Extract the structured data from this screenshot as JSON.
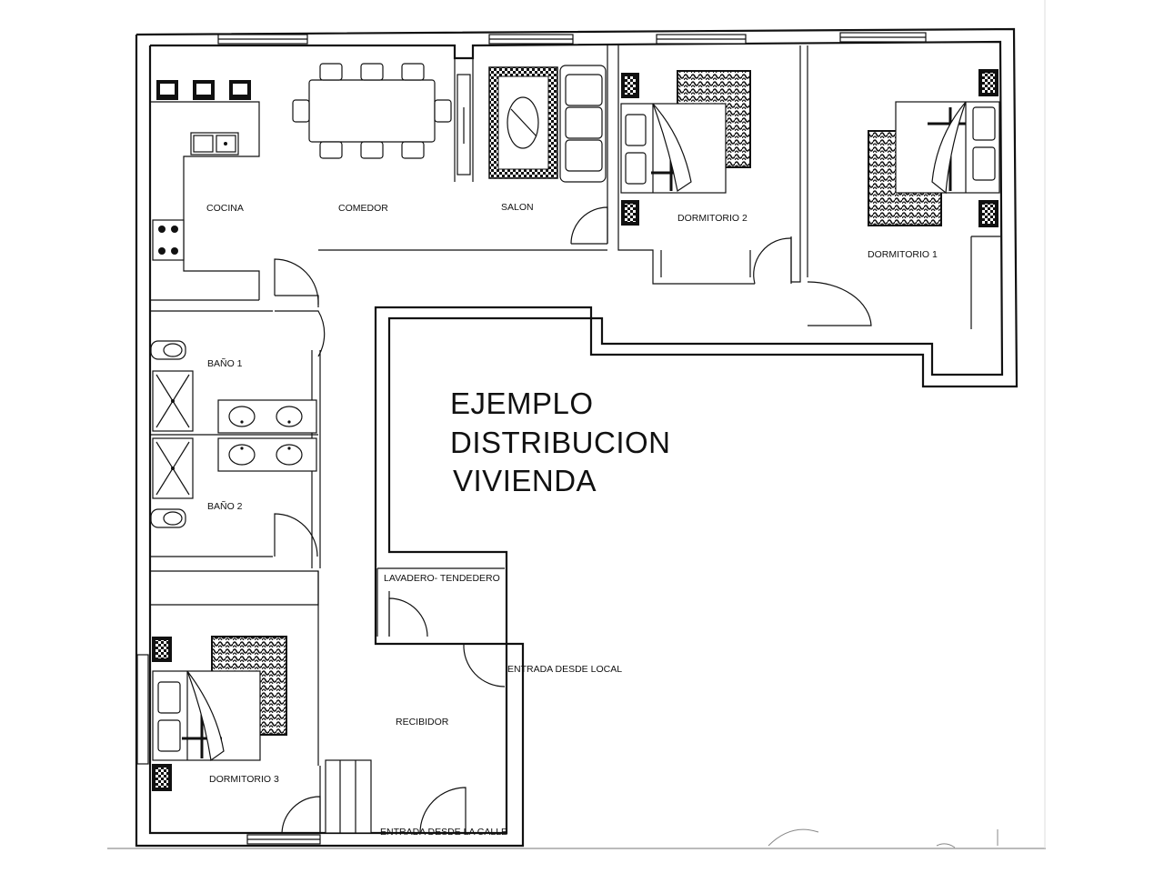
{
  "plan": {
    "title_lines": [
      "EJEMPLO",
      "DISTRIBUCION",
      "VIVIENDA"
    ],
    "rooms": {
      "cocina": "COCINA",
      "comedor": "COMEDOR",
      "salon": "SALON",
      "dormitorio2": "DORMITORIO 2",
      "dormitorio1": "DORMITORIO 1",
      "bano1": "BAÑO 1",
      "bano2": "BAÑO 2",
      "lavadero": "LAVADERO- TENDEDERO",
      "recibidor": "RECIBIDOR",
      "dormitorio3": "DORMITORIO 3"
    },
    "entrances": {
      "local": "ENTRADA DESDE LOCAL",
      "calle": "ENTRADA DESDE LA CALLE"
    }
  }
}
